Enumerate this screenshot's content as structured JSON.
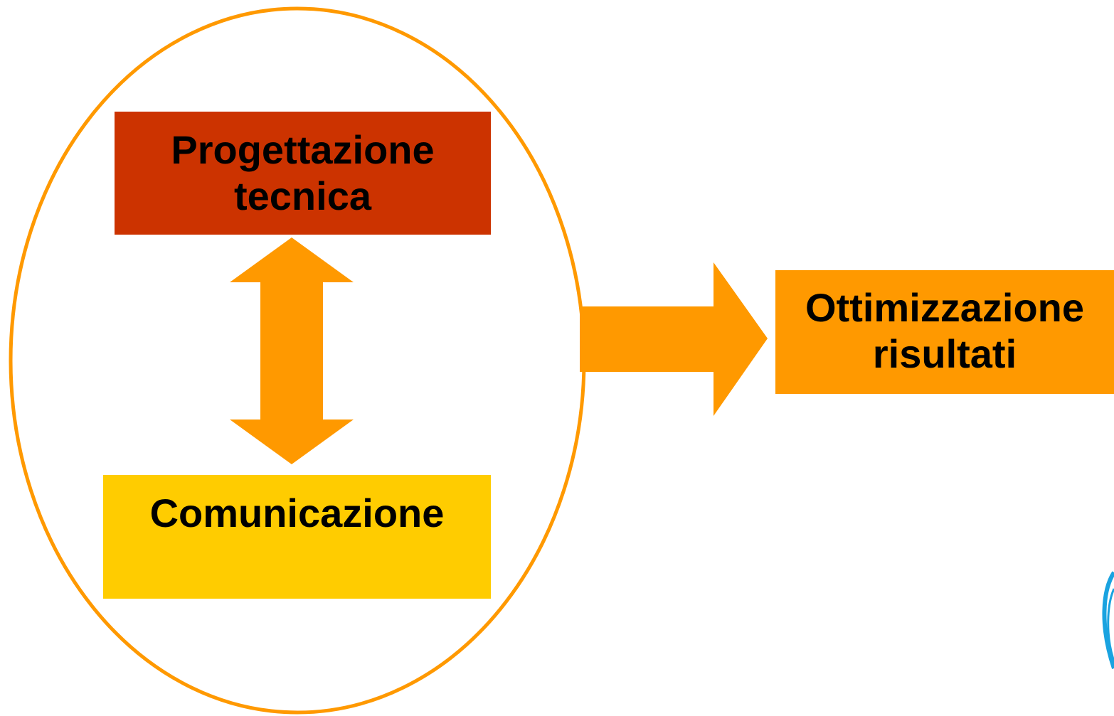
{
  "diagram": {
    "boxes": {
      "progettazione": {
        "label": "Progettazione\ntecnica",
        "color": "#CC3300"
      },
      "comunicazione": {
        "label": "Comunicazione",
        "color": "#FFCC00"
      },
      "ottimizzazione": {
        "label": "Ottimizzazione\nrisultati",
        "color": "#FF9900"
      }
    },
    "connectors": {
      "group_outline": {
        "shape": "ellipse",
        "color": "#FF9900"
      },
      "double_arrow": {
        "direction": "vertical",
        "color": "#FF9900"
      },
      "arrow_to_result": {
        "direction": "right",
        "color": "#FF9900"
      }
    },
    "corner_logo": {
      "icon": "partial-circular-logo",
      "color": "#1AA3E0"
    }
  }
}
